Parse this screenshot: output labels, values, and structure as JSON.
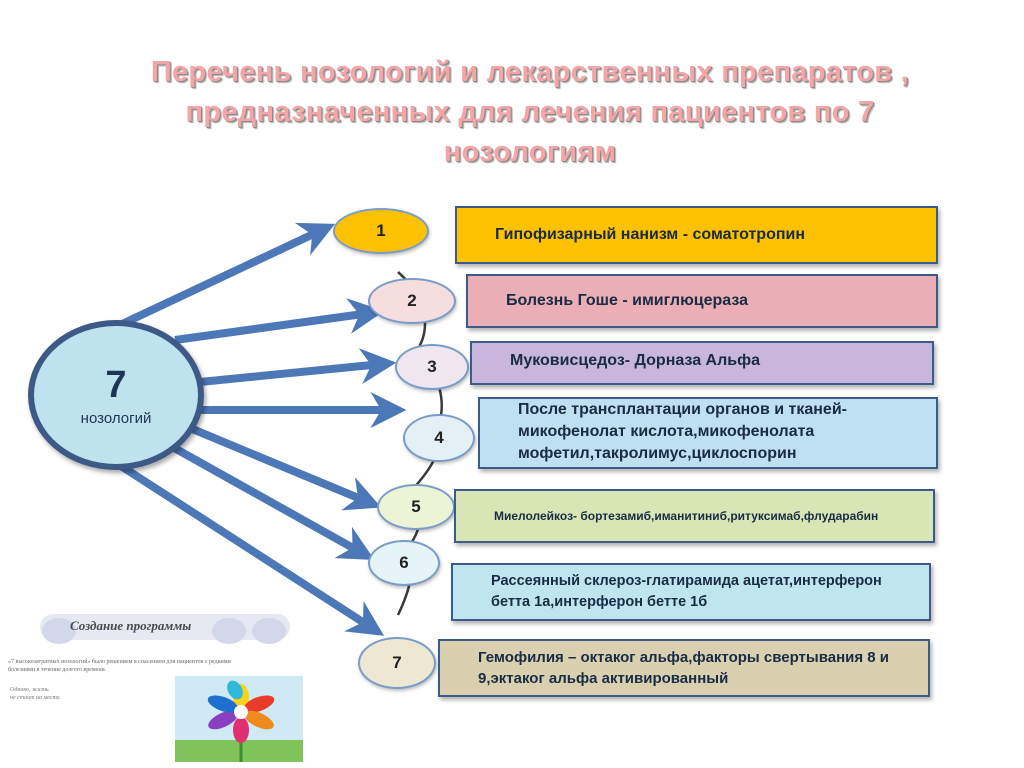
{
  "title": {
    "line1": "Перечень нозологий и лекарственных  препаратов ,",
    "line2": "предназначенных для лечения пациентов по 7",
    "line3": "нозологиям"
  },
  "hub": {
    "number": "7",
    "label": "нозологий"
  },
  "items": [
    {
      "num": "1",
      "text": "Гипофизарный нанизм -  соматотропин",
      "box_color": "#fcc100",
      "node_color": "#fcc100"
    },
    {
      "num": "2",
      "text": "Болезнь Гоше -  имиглюцераза",
      "box_color": "#eaaeb6",
      "node_color": "#f6dede"
    },
    {
      "num": "3",
      "text": "Муковисцедоз- Дорназа Альфа",
      "box_color": "#c8b6dc",
      "node_color": "#efe6f0"
    },
    {
      "num": "4",
      "text": "После трансплантации органов и тканей-микофенолат кислота,микофенолата мофетил,такролимус,циклоспорин",
      "box_color": "#bfe0ef",
      "node_color": "#e3f1f6"
    },
    {
      "num": "5",
      "text": "Миелолейкоз- бортезамиб,иманитиниб,ритуксимаб,флударабин",
      "box_color": "#d8e6b6",
      "node_color": "#edf4d6"
    },
    {
      "num": "6",
      "text": "Рассеянный склероз-глатирамида ацетат,интерферон бетта  1а,интерферон бетте 1б",
      "box_color": "#bfe6ef",
      "node_color": "#e5f4f7"
    },
    {
      "num": "7",
      "text": "Гемофилия – октаког альфа,факторы свертывания 8 и 9,эктаког альфа  активированный",
      "box_color": "#d9d0b0",
      "node_color": "#eee8d3"
    }
  ],
  "thumbnail": {
    "title": "Создание программы",
    "text": "«7 высокозатратных нозологий» было решением в спасением для пациентов с редкими болезнями в течение долгого времени.",
    "note_line1": "Однако, жизнь",
    "note_line2": "не стоит на месте."
  },
  "colors": {
    "arrow": "#4d78b8",
    "border": "#3c5a8a",
    "title": "#f4a6a6"
  }
}
